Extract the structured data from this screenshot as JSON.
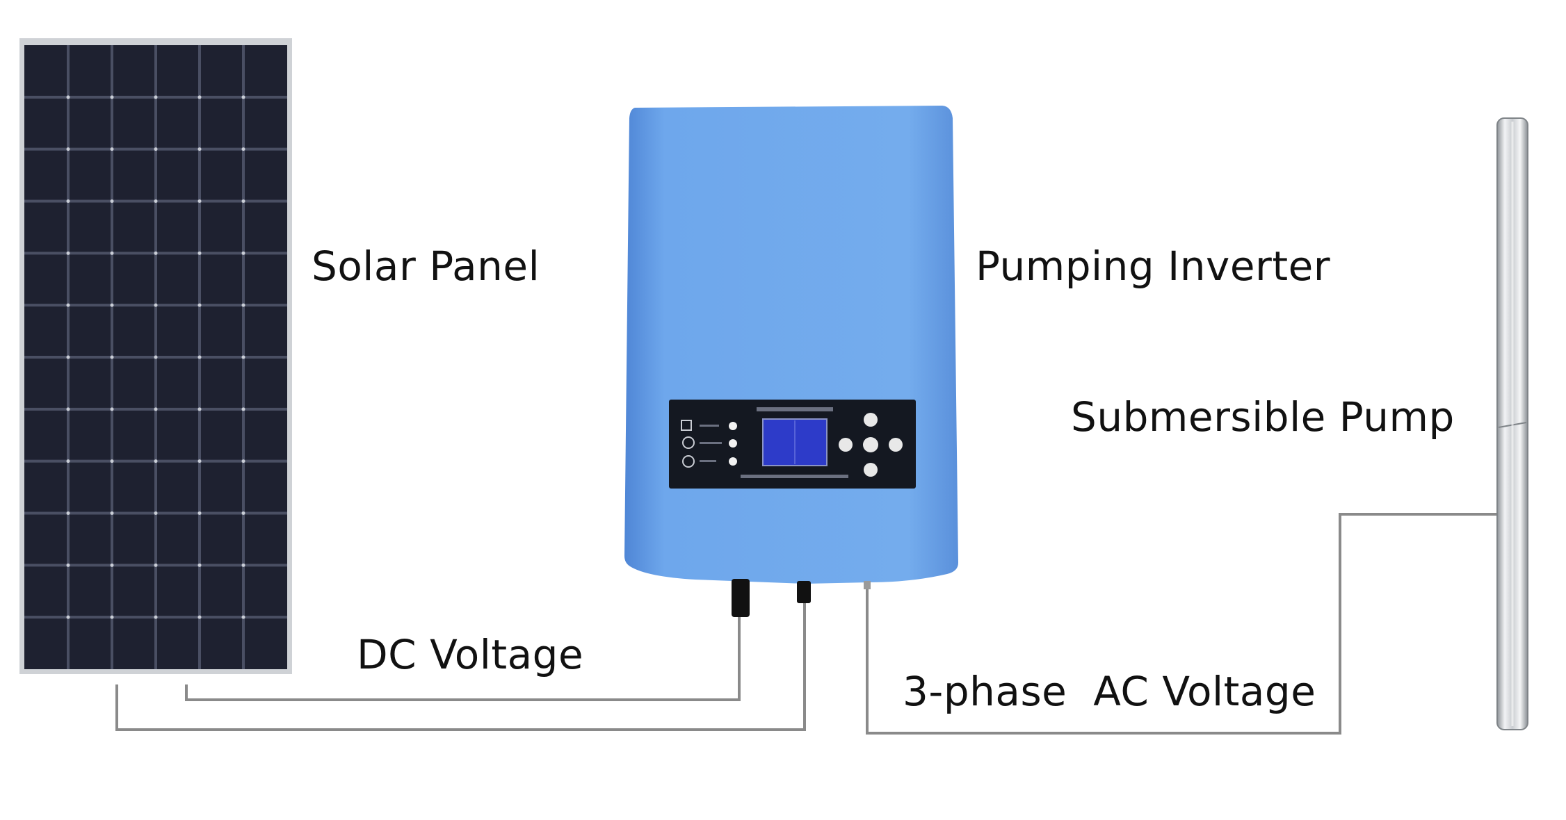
{
  "labels": {
    "solar_panel": "Solar Panel",
    "pumping_inverter": "Pumping Inverter",
    "submersible_pump": "Submersible Pump",
    "dc_voltage": "DC Voltage",
    "ac_voltage": "3-phase  AC Voltage"
  },
  "colors": {
    "background": "#ffffff",
    "panel_frame": "#cfd2d6",
    "panel_cell": "#1e2130",
    "panel_grid": "#4a4f63",
    "inverter_body": "#6aa3e8",
    "inverter_shade": "#4b84d1",
    "display_panel": "#141821",
    "lcd": "#2d3bc9",
    "wire": "#8a8a8a",
    "pump_metal": "#d4d7db",
    "pump_edge": "#7f8488",
    "connector": "#111111"
  }
}
